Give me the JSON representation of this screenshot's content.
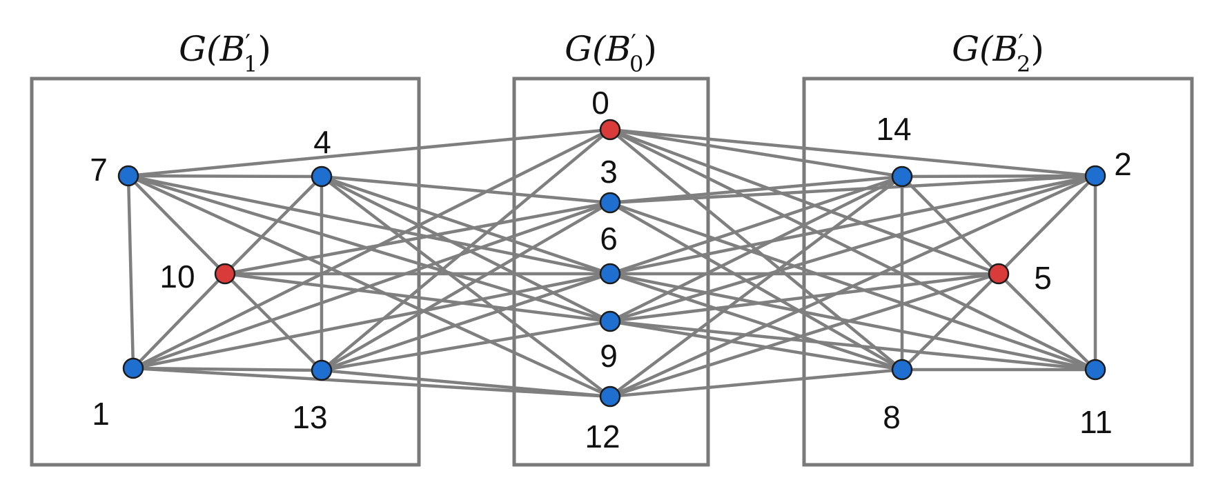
{
  "colors": {
    "blue_node": "#1f6fd1",
    "red_node": "#d93a3a",
    "edge": "#7f7f7f",
    "box": "#7a7a7a"
  },
  "boxes": [
    {
      "id": "B1",
      "title": {
        "base": "G(B",
        "prime": "′",
        "sub": "1",
        "close": ")"
      }
    },
    {
      "id": "B0",
      "title": {
        "base": "G(B",
        "prime": "′",
        "sub": "0",
        "close": ")"
      }
    },
    {
      "id": "B2",
      "title": {
        "base": "G(B",
        "prime": "′",
        "sub": "2",
        "close": ")"
      }
    }
  ],
  "nodes": [
    {
      "id": "0",
      "label": "0",
      "group": "B0",
      "color": "red"
    },
    {
      "id": "3",
      "label": "3",
      "group": "B0",
      "color": "blue"
    },
    {
      "id": "6",
      "label": "6",
      "group": "B0",
      "color": "blue"
    },
    {
      "id": "9",
      "label": "9",
      "group": "B0",
      "color": "blue"
    },
    {
      "id": "12",
      "label": "12",
      "group": "B0",
      "color": "blue"
    },
    {
      "id": "7",
      "label": "7",
      "group": "B1",
      "color": "blue"
    },
    {
      "id": "4",
      "label": "4",
      "group": "B1",
      "color": "blue"
    },
    {
      "id": "10",
      "label": "10",
      "group": "B1",
      "color": "red"
    },
    {
      "id": "1",
      "label": "1",
      "group": "B1",
      "color": "blue"
    },
    {
      "id": "13",
      "label": "13",
      "group": "B1",
      "color": "blue"
    },
    {
      "id": "14",
      "label": "14",
      "group": "B2",
      "color": "blue"
    },
    {
      "id": "2",
      "label": "2",
      "group": "B2",
      "color": "blue"
    },
    {
      "id": "5",
      "label": "5",
      "group": "B2",
      "color": "red"
    },
    {
      "id": "8",
      "label": "8",
      "group": "B2",
      "color": "blue"
    },
    {
      "id": "11",
      "label": "11",
      "group": "B2",
      "color": "blue"
    }
  ],
  "edges": [
    [
      "7",
      "4"
    ],
    [
      "7",
      "1"
    ],
    [
      "7",
      "10"
    ],
    [
      "4",
      "10"
    ],
    [
      "4",
      "13"
    ],
    [
      "1",
      "10"
    ],
    [
      "13",
      "10"
    ],
    [
      "1",
      "13"
    ],
    [
      "14",
      "2"
    ],
    [
      "14",
      "8"
    ],
    [
      "14",
      "5"
    ],
    [
      "2",
      "11"
    ],
    [
      "2",
      "5"
    ],
    [
      "8",
      "5"
    ],
    [
      "11",
      "5"
    ],
    [
      "8",
      "11"
    ],
    [
      "7",
      "0"
    ],
    [
      "7",
      "6"
    ],
    [
      "7",
      "9"
    ],
    [
      "7",
      "12"
    ],
    [
      "4",
      "3"
    ],
    [
      "4",
      "6"
    ],
    [
      "4",
      "9"
    ],
    [
      "4",
      "12"
    ],
    [
      "10",
      "3"
    ],
    [
      "10",
      "6"
    ],
    [
      "10",
      "9"
    ],
    [
      "1",
      "0"
    ],
    [
      "1",
      "3"
    ],
    [
      "1",
      "6"
    ],
    [
      "1",
      "12"
    ],
    [
      "13",
      "0"
    ],
    [
      "13",
      "3"
    ],
    [
      "13",
      "6"
    ],
    [
      "13",
      "9"
    ],
    [
      "13",
      "12"
    ],
    [
      "0",
      "14"
    ],
    [
      "0",
      "2"
    ],
    [
      "0",
      "8"
    ],
    [
      "0",
      "11"
    ],
    [
      "0",
      "5"
    ],
    [
      "3",
      "14"
    ],
    [
      "3",
      "2"
    ],
    [
      "3",
      "8"
    ],
    [
      "3",
      "11"
    ],
    [
      "6",
      "14"
    ],
    [
      "6",
      "2"
    ],
    [
      "6",
      "8"
    ],
    [
      "6",
      "11"
    ],
    [
      "6",
      "5"
    ],
    [
      "9",
      "14"
    ],
    [
      "9",
      "2"
    ],
    [
      "9",
      "8"
    ],
    [
      "9",
      "11"
    ],
    [
      "9",
      "5"
    ],
    [
      "12",
      "14"
    ],
    [
      "12",
      "2"
    ],
    [
      "12",
      "8"
    ],
    [
      "12",
      "5"
    ]
  ]
}
